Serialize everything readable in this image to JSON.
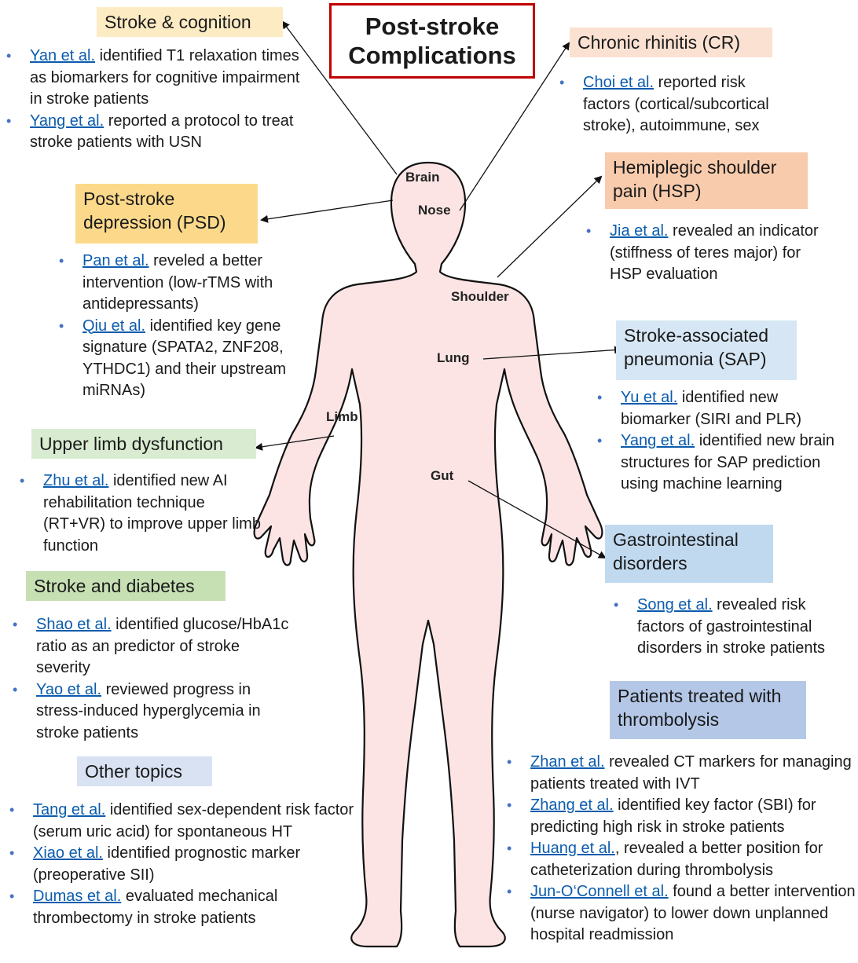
{
  "title": {
    "line1": "Post-stroke",
    "line2": "Complications"
  },
  "organs": {
    "brain": "Brain",
    "nose": "Nose",
    "shoulder": "Shoulder",
    "lung": "Lung",
    "limb": "Limb",
    "gut": "Gut"
  },
  "sections": {
    "cognition": {
      "heading": "Stroke & cognition",
      "items": [
        {
          "ref": "Yan et al.",
          "text": " identified T1 relaxation times as biomarkers for cognitive impairment  in stroke patients"
        },
        {
          "ref": "Yang et al.",
          "text": " reported a protocol to treat stroke patients with USN"
        }
      ]
    },
    "rhinitis": {
      "heading": "Chronic rhinitis (CR)",
      "items": [
        {
          "ref": "Choi et al.",
          "text": " reported risk factors (cortical/subcortical stroke), autoimmune,  sex"
        }
      ]
    },
    "psd": {
      "heading": "Post-stroke depression (PSD)",
      "items": [
        {
          "ref": "Pan et al.",
          "text": " reveled a better intervention (low-rTMS with antidepressants)"
        },
        {
          "ref": "Qiu et al.",
          "text": " identified key gene signature (SPATA2, ZNF208, YTHDC1) and their upstream miRNAs)"
        }
      ]
    },
    "hsp": {
      "heading": "Hemiplegic shoulder pain (HSP)",
      "items": [
        {
          "ref": "Jia et al.",
          "text": " revealed an indicator (stiffness of teres major) for HSP evaluation"
        }
      ]
    },
    "sap": {
      "heading": "Stroke-associated pneumonia (SAP)",
      "items": [
        {
          "ref": "Yu et al.",
          "text": " identified new biomarker (SIRI and PLR)"
        },
        {
          "ref": "Yang et al.",
          "text": " identified new brain structures for SAP prediction using machine learning"
        }
      ]
    },
    "upperlimb": {
      "heading": "Upper limb dysfunction",
      "items": [
        {
          "ref": "Zhu et al.",
          "text": " identified new AI rehabilitation technique (RT+VR) to improve upper limb function"
        }
      ]
    },
    "gi": {
      "heading": "Gastrointestinal disorders",
      "items": [
        {
          "ref": "Song et al.",
          "text": " revealed risk factors of gastrointestinal disorders in stroke patients"
        }
      ]
    },
    "diabetes": {
      "heading": "Stroke and diabetes",
      "items": [
        {
          "ref": "Shao et al.",
          "text": " identified glucose/HbA1c  ratio as an predictor of stroke severity"
        },
        {
          "ref": "Yao et al.",
          "text": " reviewed progress in stress-induced hyperglycemia in stroke patients"
        }
      ]
    },
    "thrombolysis": {
      "heading": "Patients treated with thrombolysis",
      "items": [
        {
          "ref": "Zhan et al.",
          "text": " revealed CT markers for managing patients treated with IVT"
        },
        {
          "ref": "Zhang et al.",
          "text": " identified key factor (SBI) for predicting high risk in stroke patients"
        },
        {
          "ref": "Huang et al.",
          "text": ", revealed a better position for catheterization during thrombolysis"
        },
        {
          "ref": "Jun-O‘Connell et al.",
          "text": " found a better intervention (nurse navigator) to lower down unplanned  hospital readmission"
        }
      ]
    },
    "other": {
      "heading": "Other topics",
      "items": [
        {
          "ref": "Tang et al.",
          "text": " identified sex-dependent  risk factor (serum uric acid) for spontaneous HT"
        },
        {
          "ref": "Xiao et al.",
          "text": " identified prognostic marker (preoperative SII)"
        },
        {
          "ref": "Dumas et al.",
          "text": " evaluated mechanical thrombectomy  in stroke patients"
        }
      ]
    }
  },
  "colors": {
    "body_fill": "#fce4e4",
    "title_border": "#c00000",
    "link": "#0b5cad",
    "bullet": "#4472c4"
  }
}
